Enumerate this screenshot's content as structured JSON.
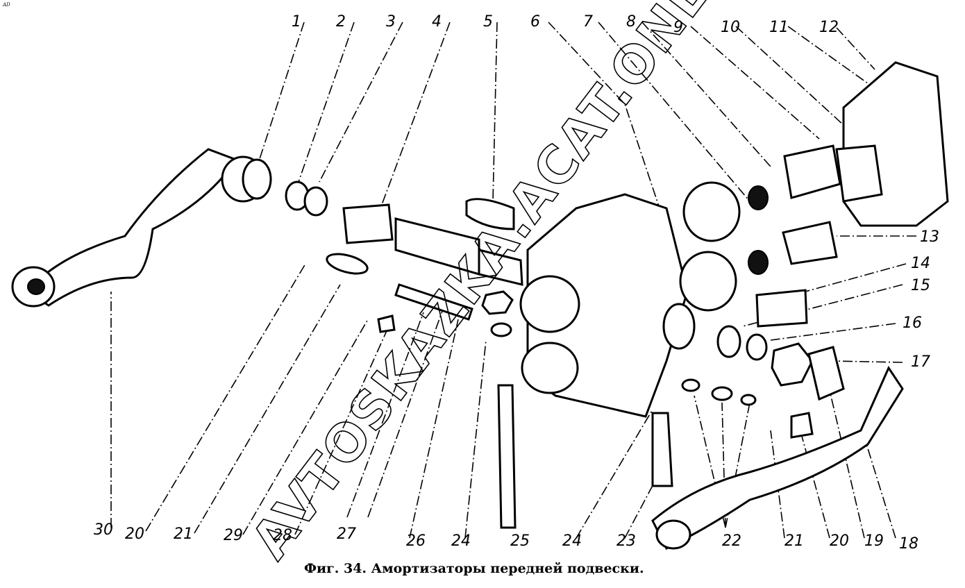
{
  "corner_mark": "AD",
  "caption": "Фиг. 34. Амортизаторы передней подвески.",
  "watermark": "AVTOSKAZKA.ACAT.ONLINE",
  "callouts": [
    "1",
    "2",
    "3",
    "4",
    "5",
    "6",
    "7",
    "8",
    "9",
    "10",
    "11",
    "12",
    "13",
    "14",
    "15",
    "16",
    "17",
    "18",
    "19",
    "20",
    "21",
    "22",
    "23",
    "24",
    "25",
    "24",
    "26",
    "27",
    "28",
    "29",
    "21",
    "20",
    "30"
  ]
}
